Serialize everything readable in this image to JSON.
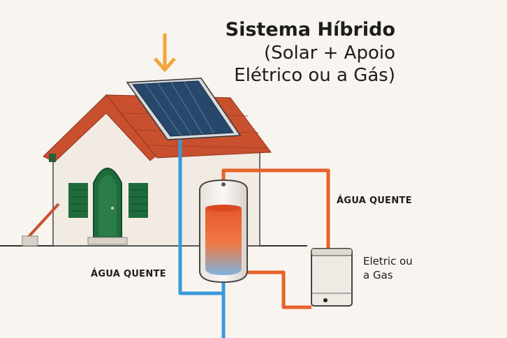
{
  "title": {
    "line1": "Sistema Híbrido",
    "line2": "(Solar + Apoio",
    "line3": "Elétrico ou a Gás)"
  },
  "labels": {
    "hot_water_right": "ÁGUA QUENTE",
    "hot_water_left": "ÁGUA QUENTE",
    "heater_line1": "Eletric ou",
    "heater_line2": "a Gas"
  },
  "colors": {
    "background": "#f8f4ef",
    "roof": "#c8502f",
    "wall": "#f1ebe3",
    "door_shutters": "#1f6b3c",
    "solar_panel": "#27476b",
    "hot_pipe": "#e8622a",
    "cold_pipe": "#3a9ad9",
    "sun_arrow": "#f0a63a"
  },
  "icons": {
    "sun_arrow": "arrow-down-icon"
  }
}
